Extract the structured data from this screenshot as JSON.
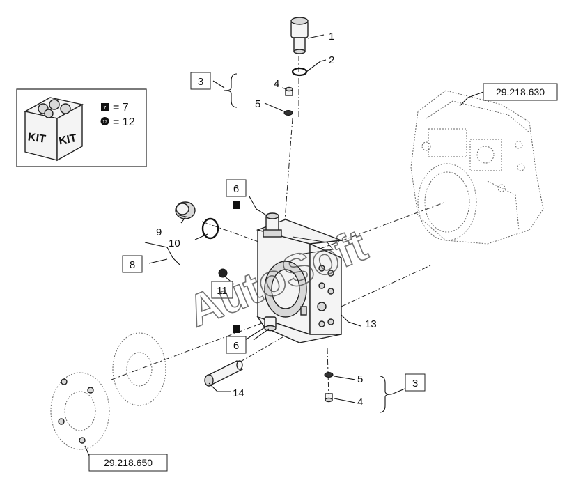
{
  "refs": {
    "pump_ref": "29.218.630",
    "coupling_ref": "29.218.650"
  },
  "callouts": {
    "c1": "1",
    "c2": "2",
    "c3a": "3",
    "c3b": "3",
    "c4a": "4",
    "c4b": "4",
    "c5a": "5",
    "c5b": "5",
    "c6a": "6",
    "c6b": "6",
    "c8": "8",
    "c9": "9",
    "c10": "10",
    "c11": "11",
    "c13": "13",
    "c14": "14"
  },
  "kit": {
    "label_left": "KIT",
    "label_right": "KIT",
    "square_marker": "7",
    "round_marker": "17",
    "square_value": "= 7",
    "round_value": "= 12"
  },
  "watermark": "AutoSoft"
}
